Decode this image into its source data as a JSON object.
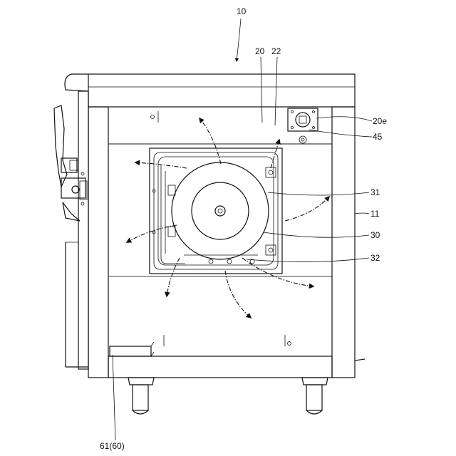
{
  "labels": {
    "ref_10": "10",
    "ref_20": "20",
    "ref_22": "22",
    "ref_20e": "20e",
    "ref_45": "45",
    "ref_31": "31",
    "ref_11": "11",
    "ref_30": "30",
    "ref_32": "32",
    "ref_61_60": "61(60)"
  }
}
